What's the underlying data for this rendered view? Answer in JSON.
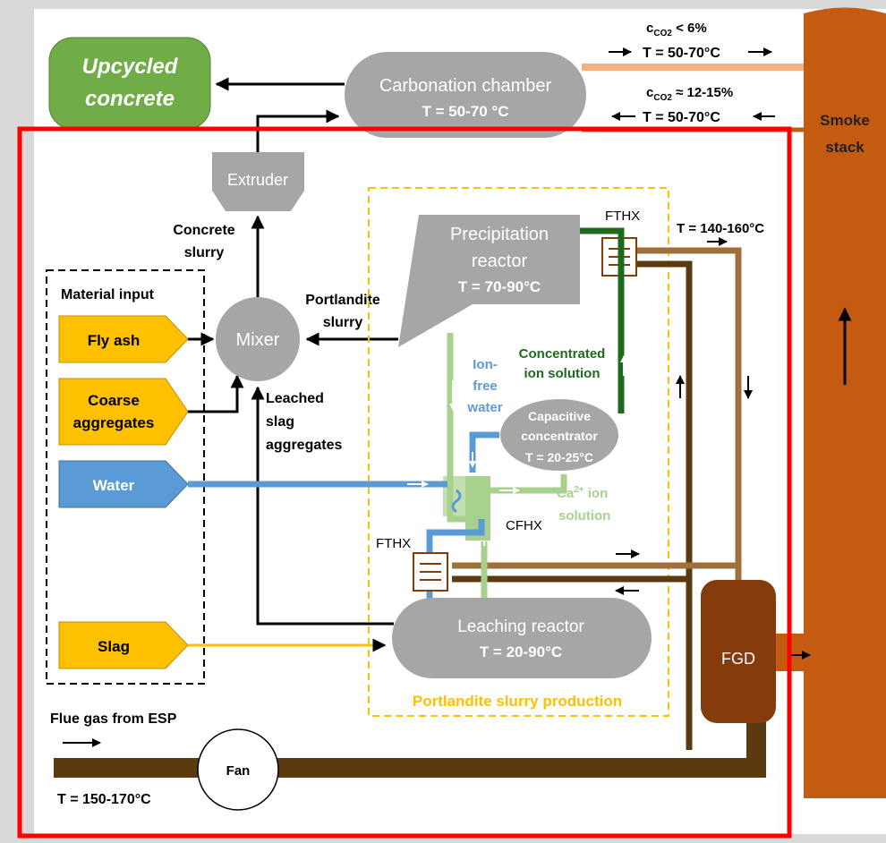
{
  "upcycled": {
    "line1": "Upcycled",
    "line2": "concrete"
  },
  "carbonation": {
    "title": "Carbonation chamber",
    "temp": "T = 50-70 °C"
  },
  "outlet": {
    "conc_sym": "c",
    "conc_sub": "CO2",
    "conc_val": " < 6%",
    "temp": "T = 50-70°C"
  },
  "inlet": {
    "conc_sym": "c",
    "conc_sub": "CO2",
    "conc_val": " ≈ 12-15%",
    "temp": "T = 50-70°C"
  },
  "stack": {
    "line1": "Smoke",
    "line2": "stack"
  },
  "extruder": "Extruder",
  "concrete_slurry": {
    "line1": "Concrete",
    "line2": "slurry"
  },
  "material_input": "Material input",
  "inputs": [
    "Fly ash",
    "Coarse aggregates",
    "Water",
    "Slag"
  ],
  "coarse": {
    "line1": "Coarse",
    "line2": "aggregates"
  },
  "mixer": "Mixer",
  "portlandite_slurry": {
    "line1": "Portlandite",
    "line2": "slurry"
  },
  "leached": {
    "line1": "Leached",
    "line2": "slag",
    "line3": "aggregates"
  },
  "precipitation": {
    "line1": "Precipitation",
    "line2": "reactor",
    "temp": "T = 70-90°C"
  },
  "fthx_top": "FTHX",
  "fthx_bottom": "FTHX",
  "hot_temp": "T = 140-160°C",
  "concentrated": {
    "line1": "Concentrated",
    "line2": "ion solution"
  },
  "ionfree": {
    "line1": "Ion-",
    "line2": "free",
    "line3": "water"
  },
  "capacitive": {
    "line1": "Capacitive",
    "line2": "concentrator",
    "temp": "T = 20-25°C"
  },
  "ca_ion": {
    "line1_pre": "Ca",
    "line1_sup": "2+",
    "line1_post": " ion",
    "line2": "solution"
  },
  "cfhx": "CFHX",
  "leaching": {
    "title": "Leaching reactor",
    "temp": "T = 20-90°C"
  },
  "fgd": "FGD",
  "portlandite_production": "Portlandite slurry production",
  "flue_gas": "Flue gas from ESP",
  "fan": "Fan",
  "fan_temp": "T = 150-170°C",
  "colors": {
    "concrete_green": "#70ad47",
    "gray": "#a6a6a6",
    "input_yellow": "#ffc000",
    "water_blue": "#5b9bd5",
    "smoke_orange": "#c55a11",
    "dark_brown": "#5c3a10",
    "mid_brown": "#a0703c",
    "dark_green": "#1e6b1e",
    "light_green": "#a9d18e",
    "frame_red": "#ff0000"
  }
}
